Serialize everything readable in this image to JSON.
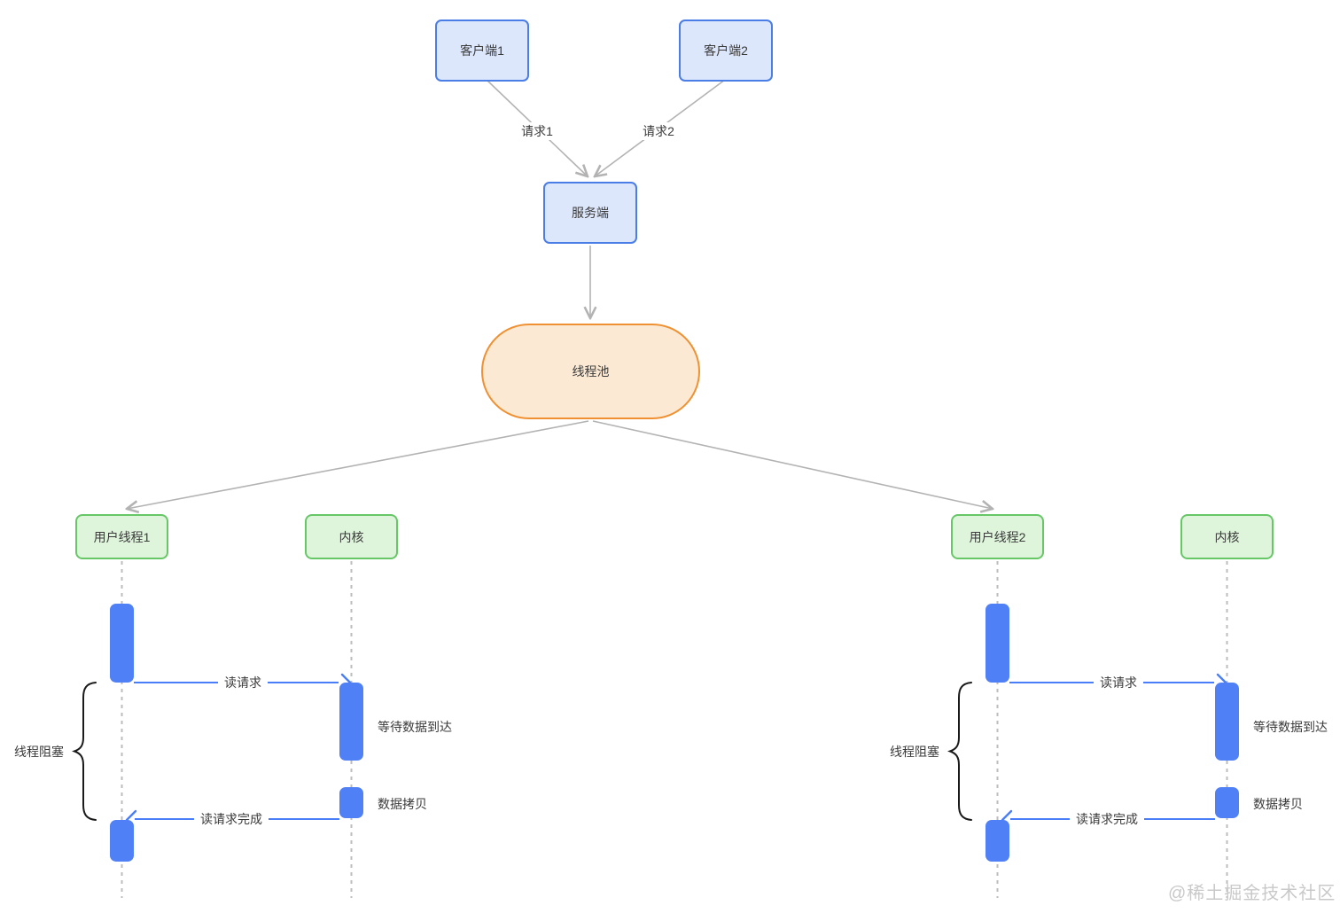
{
  "flow": {
    "client1": "客户端1",
    "client2": "客户端2",
    "request1": "请求1",
    "request2": "请求2",
    "server": "服务端",
    "thread_pool": "线程池"
  },
  "sequences": [
    {
      "user_thread": "用户线程1",
      "kernel": "内核",
      "msg_read_request": "读请求",
      "label_wait_data": "等待数据到达",
      "label_data_copy": "数据拷贝",
      "msg_read_complete": "读请求完成",
      "label_thread_blocked": "线程阻塞"
    },
    {
      "user_thread": "用户线程2",
      "kernel": "内核",
      "msg_read_request": "读请求",
      "label_wait_data": "等待数据到达",
      "label_data_copy": "数据拷贝",
      "msg_read_complete": "读请求完成",
      "label_thread_blocked": "线程阻塞"
    }
  ],
  "watermark": "@稀土掘金技术社区",
  "colors": {
    "client_fill": "#dce7fb",
    "client_border": "#4a7de6",
    "pool_fill": "#fce9d3",
    "pool_border": "#ef9133",
    "thread_fill": "#def5dc",
    "thread_border": "#67c767",
    "activation_bar": "#4f80f5",
    "message_line": "#4a7ef8",
    "connector": "#b3b3b3",
    "brace": "#1a1a1a",
    "watermark_text": "#c9c9c9"
  }
}
